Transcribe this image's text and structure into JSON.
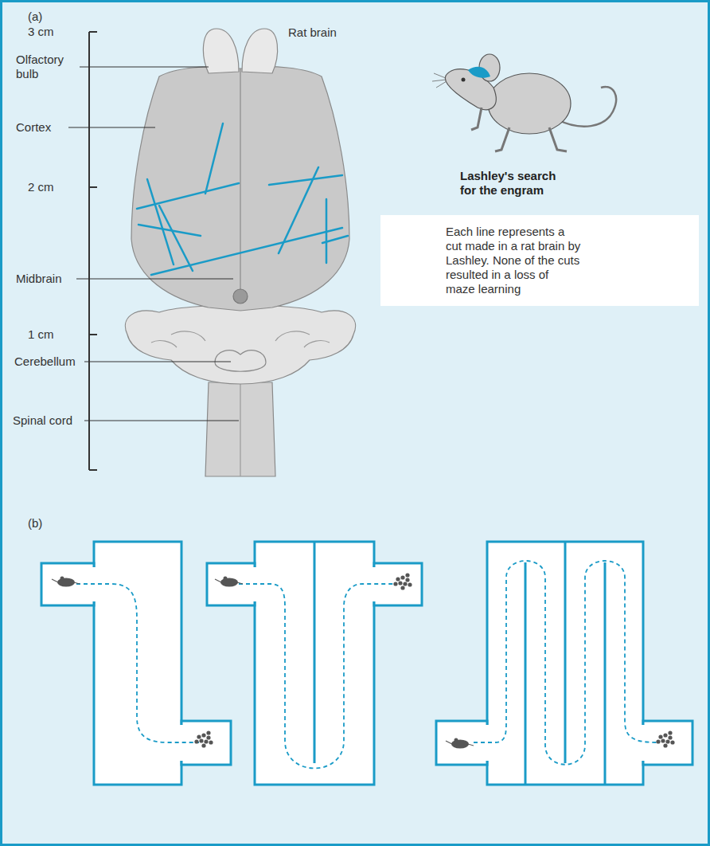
{
  "diagram": {
    "labels": [
      "(a)",
      "3 cm",
      "Olfactory bulb",
      "Cortex",
      "2 cm",
      "Midbrain",
      "1 cm",
      "Cerebellum",
      "Spinal cord",
      "Rat brain",
      "Lashley's search for the engram",
      "(b)"
    ],
    "legend": [
      {
        "text": "Each line represents a cut made in a rat brain by Lashley. None of the cuts resulted in a loss of maze learning"
      }
    ]
  }
}
